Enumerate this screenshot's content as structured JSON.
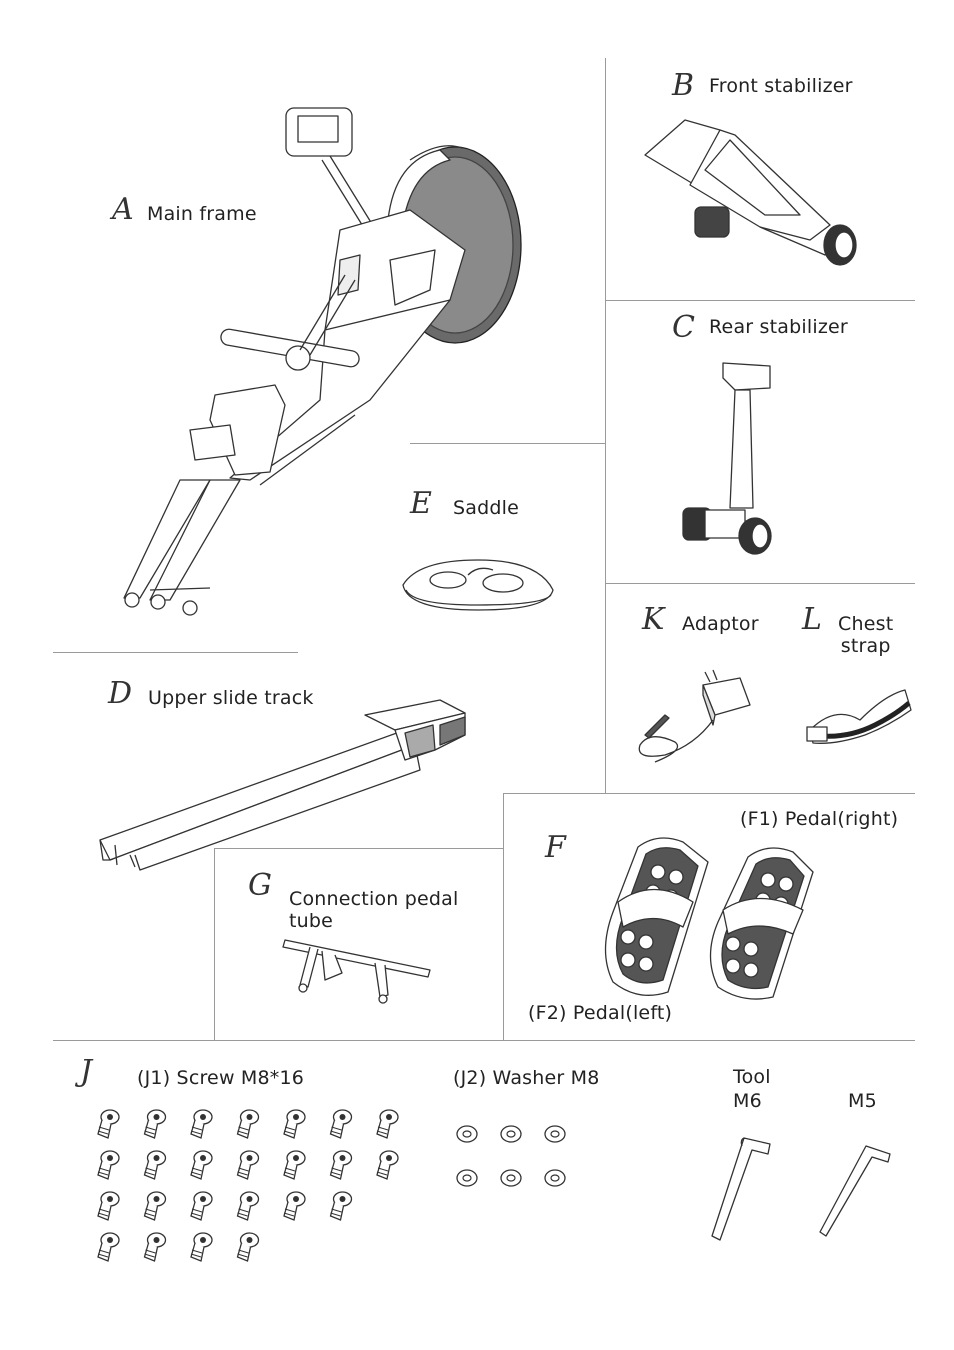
{
  "parts": {
    "A": {
      "letter": "A",
      "name": "Main frame"
    },
    "B": {
      "letter": "B",
      "name": "Front stabilizer"
    },
    "C": {
      "letter": "C",
      "name": "Rear stabilizer"
    },
    "D": {
      "letter": "D",
      "name": "Upper slide track"
    },
    "E": {
      "letter": "E",
      "name": "Saddle"
    },
    "F": {
      "letter": "F",
      "pedal_right": "(F1) Pedal(right)",
      "pedal_left": "(F2) Pedal(left)"
    },
    "G": {
      "letter": "G",
      "name": "Connection pedal\ntube"
    },
    "J": {
      "letter": "J",
      "screw": "(J1) Screw M8*16",
      "washer": "(J2) Washer M8",
      "tool": "Tool",
      "tool_m6": "M6",
      "tool_m5": "M5"
    },
    "K": {
      "letter": "K",
      "name": "Adaptor"
    },
    "L": {
      "letter": "L",
      "name": "Chest\nstrap"
    }
  },
  "counts": {
    "screws": 24,
    "washers": 6
  }
}
